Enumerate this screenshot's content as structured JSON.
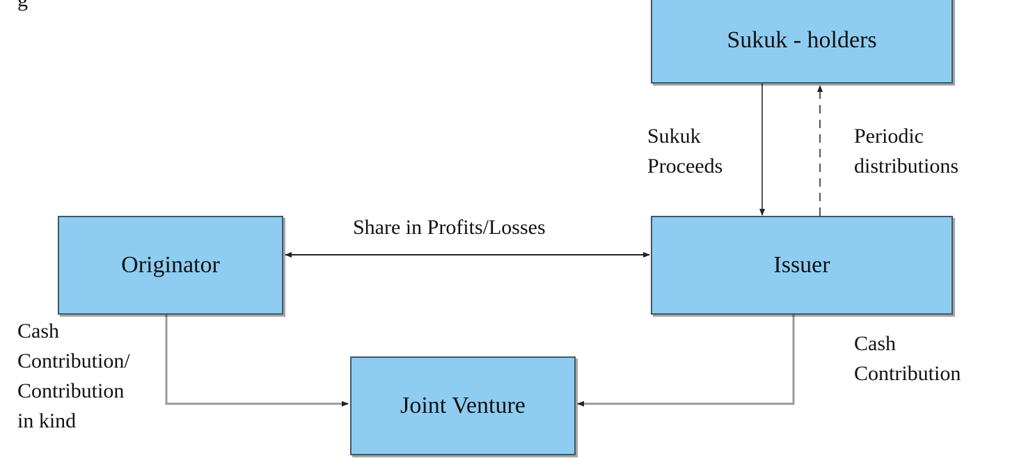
{
  "corner_fragment": "g",
  "boxes": {
    "sukuk_holders": "Sukuk - holders",
    "issuer": "Issuer",
    "originator": "Originator",
    "joint_venture": "Joint Venture"
  },
  "edge_labels": {
    "sukuk_proceeds": [
      "Sukuk",
      "Proceeds"
    ],
    "periodic_distributions": [
      "Periodic",
      "distributions"
    ],
    "share_profits_losses": "Share in Profits/Losses",
    "originator_contribution": [
      "Cash",
      "Contribution/",
      "Contribution",
      "in kind"
    ],
    "issuer_contribution": [
      "Cash",
      "Contribution"
    ]
  },
  "colors": {
    "box_fill": "#8ecdf1",
    "box_border": "#3f5866",
    "line": "#333333"
  }
}
